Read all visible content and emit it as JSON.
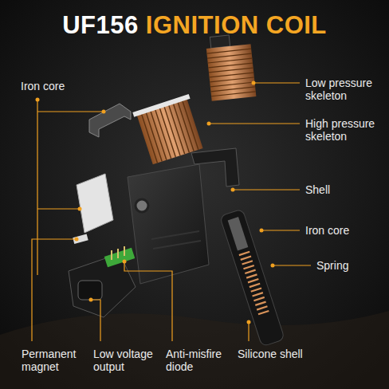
{
  "diagram": {
    "title": "UF156 IGNITION COIL",
    "labels": [
      "Iron core",
      "Low pressure skeleton",
      "High pressure skeleton",
      "Shell",
      "Iron core",
      "Spring",
      "Permanent magnet",
      "Low voltage output",
      "Anti-misfire diode",
      "Silicone shell"
    ]
  }
}
